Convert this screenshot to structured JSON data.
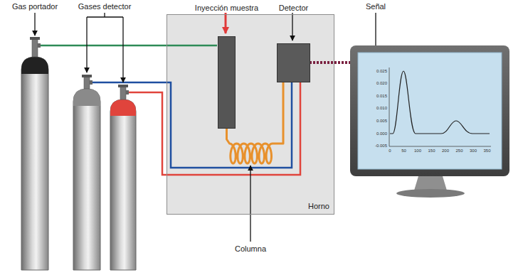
{
  "diagram": {
    "nodes": [
      {
        "text": [
          "Horno"
        ]
      },
      {
        "text": [
          "Inyección muestra"
        ],
        "in": 0
      },
      {
        "text": [
          "Detector"
        ],
        "in": 0
      }
    ],
    "edges": [
      {
        "from": 1,
        "to": 2,
        "arrow": "none"
      }
    ],
    "labels": [
      "Gas portador",
      "Gases detector",
      "Señal",
      "Columna",
      "0.025",
      "0.020",
      "0.015",
      "0.010",
      "0.005",
      "0.000",
      "-0.005",
      "0",
      "50",
      "100",
      "150",
      "200",
      "250",
      "300",
      "350"
    ]
  }
}
